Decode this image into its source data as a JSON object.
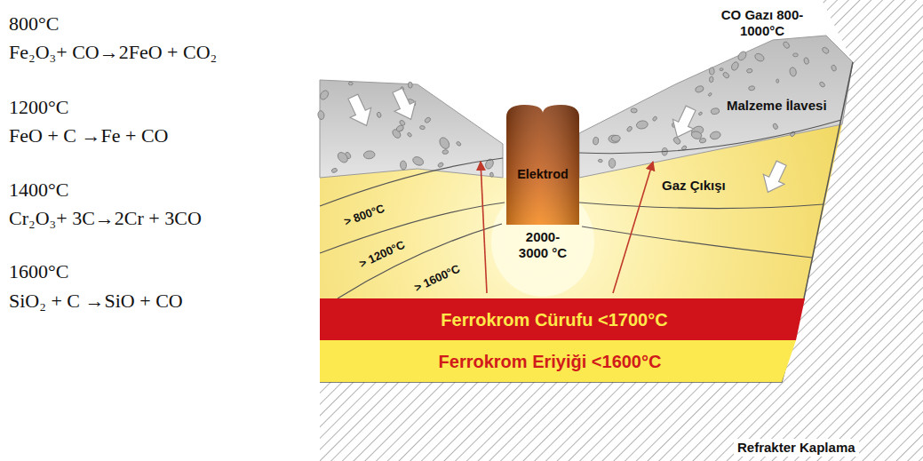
{
  "diagram": {
    "nodes": [
      {
        "text": [
          "Elektrod"
        ]
      },
      {
        "text": [
          "Ferrokrom Cürufu <1700°C"
        ]
      },
      {
        "text": [
          "Ferrokrom Eriyiği <1600°C"
        ]
      }
    ],
    "labels": [
      "800°C",
      "Fe₂O₃+ CO→2FeO + CO₂",
      "1200°C",
      "FeO + C →Fe + CO",
      "1400°C",
      "Cr₂O₃+ 3C→2Cr + 3CO",
      "1600°C",
      "SiO₂ + C →SiO + CO",
      "CO Gazı 800-1000°C",
      "Malzeme İlavesi",
      "Gaz Çıkışı",
      "2000-3000 °C",
      "> 800°C",
      "> 1200°C",
      "> 1600°C",
      "Refrakter Kaplama"
    ]
  }
}
